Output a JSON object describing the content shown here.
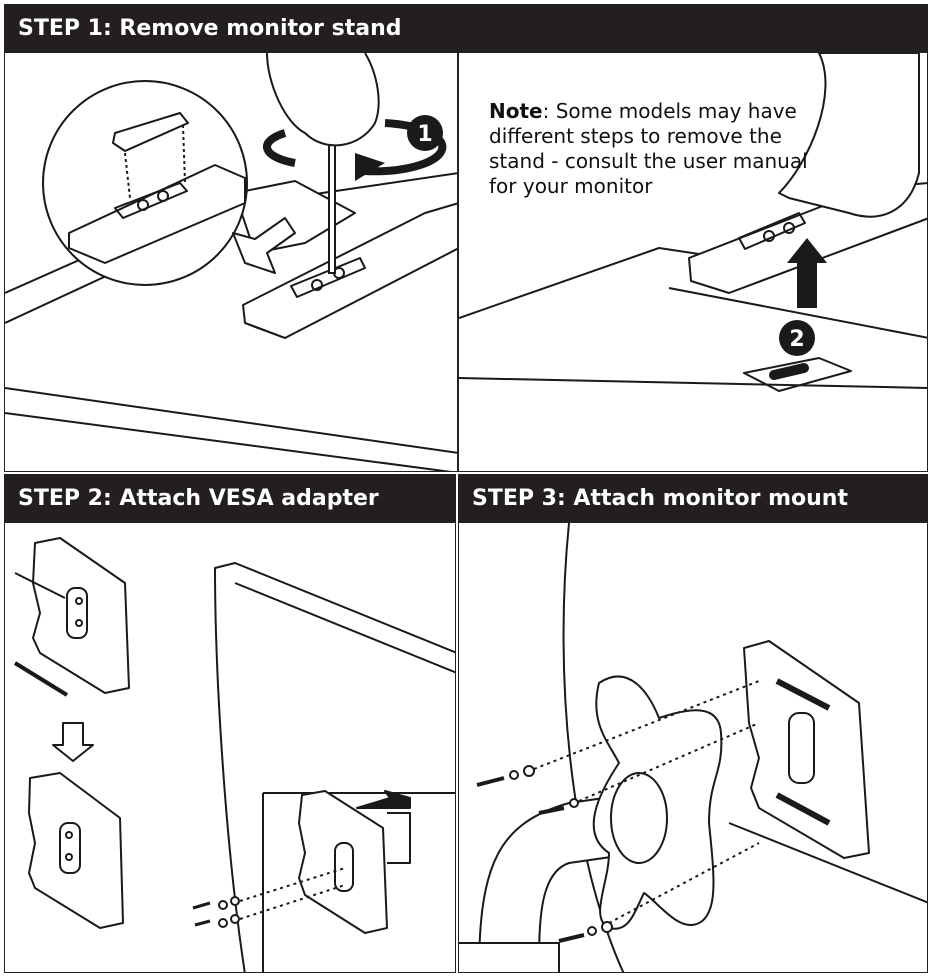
{
  "step1": {
    "title": "STEP 1: Remove monitor stand"
  },
  "note": {
    "label": "Note",
    "text": ": Some models may have different steps to remove the stand - consult the user manual for your monitor"
  },
  "step2": {
    "title": "STEP 2: Attach VESA adapter"
  },
  "step3": {
    "title": "STEP 3: Attach monitor mount"
  },
  "badges": {
    "one": "1",
    "two": "2"
  },
  "icons": [
    "screwdriver-icon",
    "rotate-arrow-icon",
    "up-arrow-icon",
    "down-arrow-icon",
    "right-arrow-icon",
    "screw-icon",
    "washer-icon"
  ],
  "colors": {
    "header_bg": "#231f20",
    "header_text": "#ffffff",
    "line": "#1a1a1a"
  }
}
